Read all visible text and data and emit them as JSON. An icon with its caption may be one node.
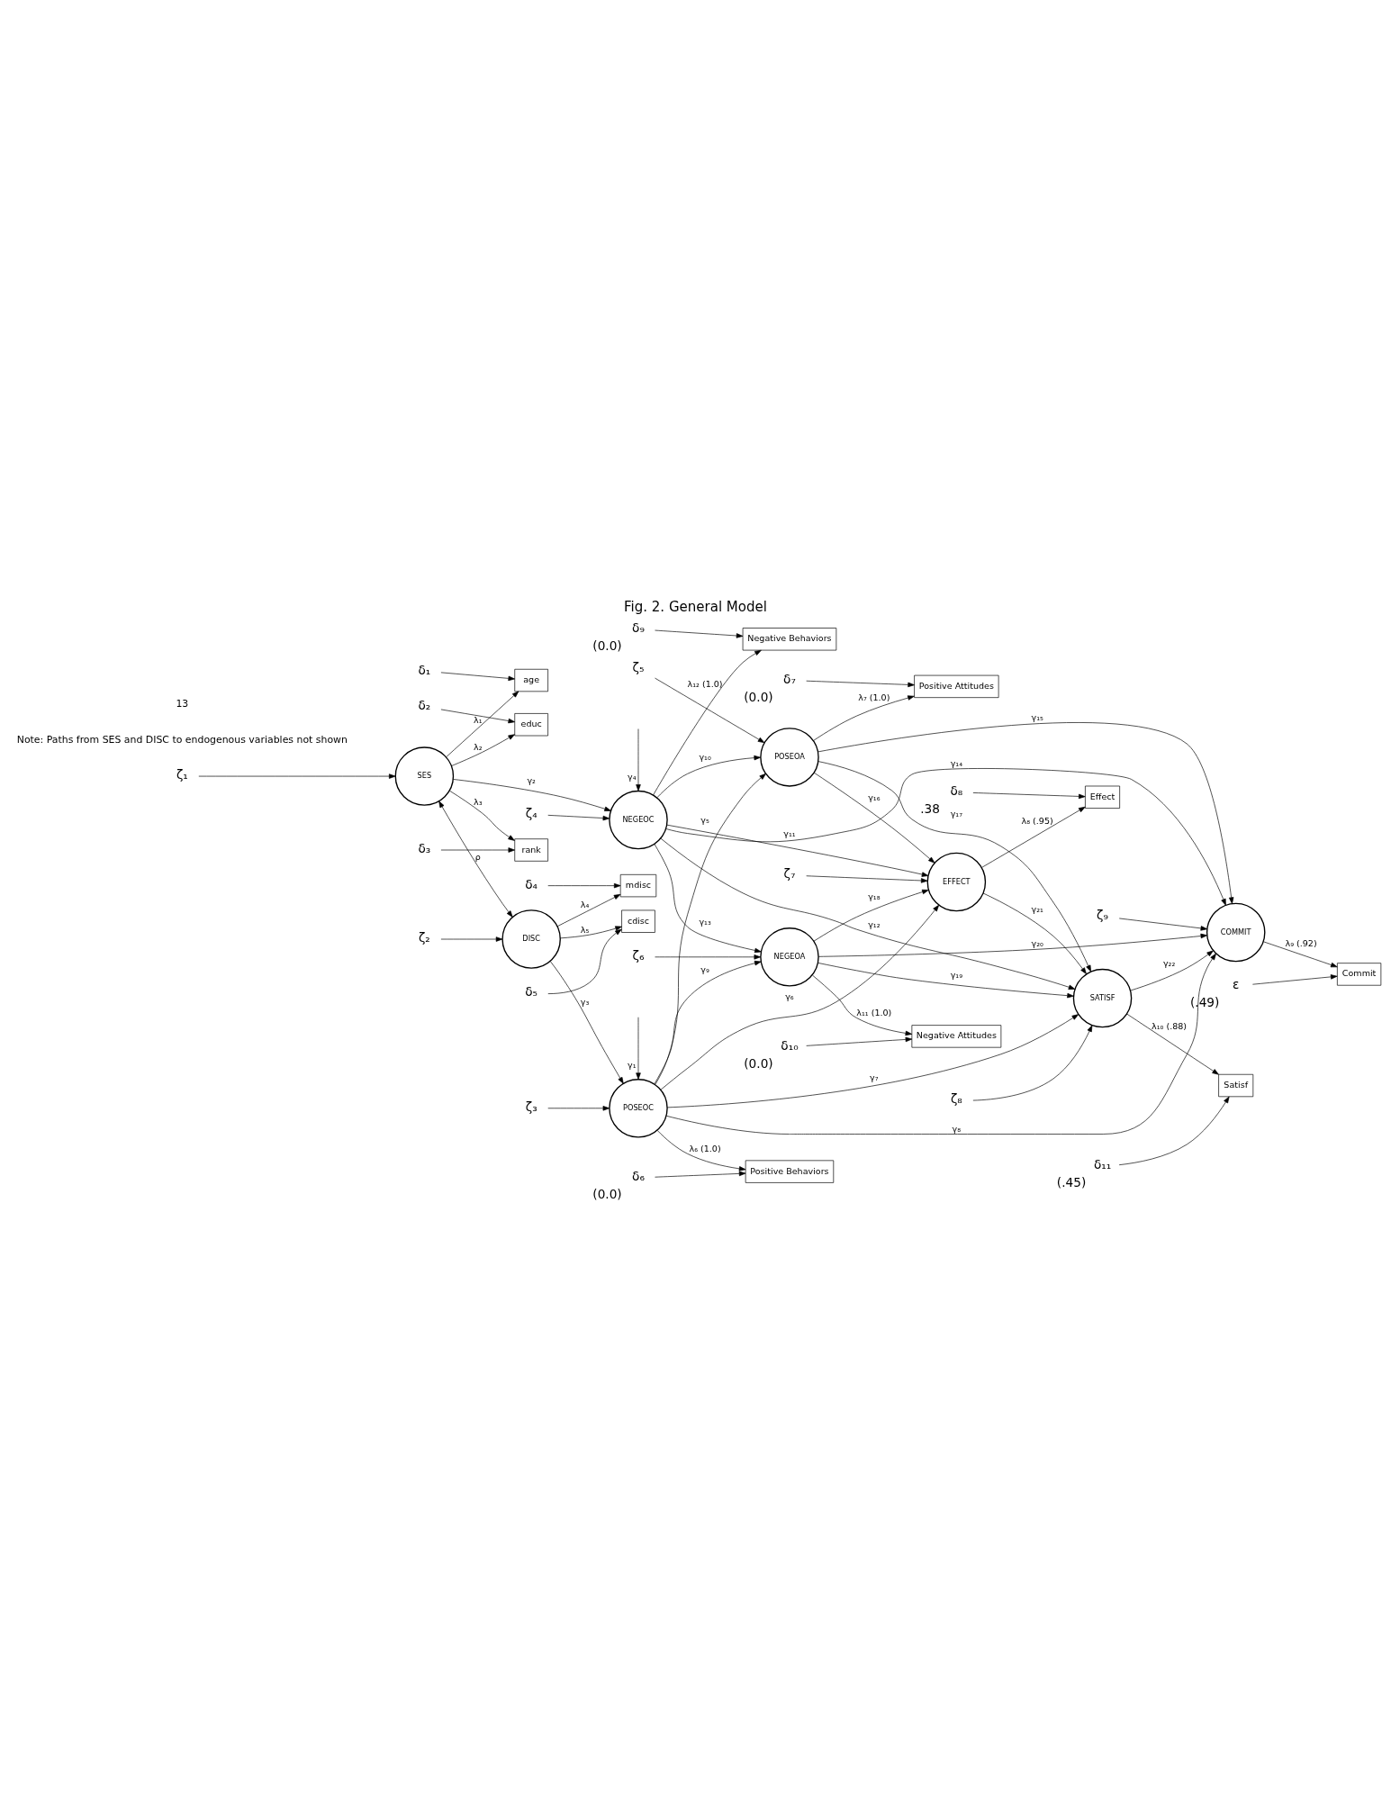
{
  "diagram": {
    "title": "Fig. 2. General Model",
    "nodes": [
      {
        "text": [
          "age"
        ]
      },
      {
        "text": [
          "educ"
        ]
      },
      {
        "text": [
          "rank"
        ]
      },
      {
        "text": [
          "mdisc"
        ]
      },
      {
        "text": [
          "cdisc"
        ]
      },
      {
        "text": [
          "SES"
        ]
      },
      {
        "text": [
          "DISC"
        ]
      },
      {
        "text": [
          "POSEOC"
        ]
      },
      {
        "text": [
          "NEGEOC"
        ]
      },
      {
        "text": [
          "POSEOA"
        ]
      },
      {
        "text": [
          "NEGEOA"
        ]
      },
      {
        "text": [
          "EFFECT"
        ]
      },
      {
        "text": [
          "SATISF"
        ]
      },
      {
        "text": [
          "COMMIT"
        ]
      },
      {
        "text": [
          "Positive Behaviors"
        ]
      },
      {
        "text": [
          "Positive Attitudes"
        ]
      },
      {
        "text": [
          "Effect"
        ]
      },
      {
        "text": [
          "Commit"
        ]
      },
      {
        "text": [
          "Negative Behaviors"
        ]
      },
      {
        "text": [
          "Negative Attitudes"
        ]
      },
      {
        "text": [
          "Satisf"
        ]
      },
      {
        "text": [
          "δ₁"
        ]
      },
      {
        "text": [
          "δ₂"
        ]
      },
      {
        "text": [
          "δ₃"
        ]
      },
      {
        "text": [
          "δ₄"
        ]
      },
      {
        "text": [
          "δ₅"
        ]
      },
      {
        "text": [
          "δ₆"
        ],
        "beside": [
          "(0.0)"
        ]
      },
      {
        "text": [
          "δ₇"
        ],
        "beside": [
          "(0.0)"
        ]
      },
      {
        "text": [
          "δ₈"
        ],
        "beside": [
          ".38"
        ]
      },
      {
        "text": [
          "ε"
        ],
        "beside": [
          "(.49)"
        ]
      },
      {
        "text": [
          "δ₁₁"
        ],
        "beside": [
          "(.45)"
        ]
      },
      {
        "text": [
          "δ₁₀"
        ],
        "beside": [
          "(0.0)"
        ]
      },
      {
        "text": [
          "δ₉"
        ],
        "beside": [
          "(0.0)"
        ]
      },
      {
        "text": [
          "ζ₁"
        ]
      },
      {
        "text": [
          "ζ₂"
        ]
      },
      {
        "text": [
          "ζ₃"
        ]
      },
      {
        "text": [
          "ζ₄"
        ]
      },
      {
        "text": [
          "ζ₅"
        ]
      },
      {
        "text": [
          "ζ₆"
        ]
      },
      {
        "text": [
          "ζ₇"
        ]
      },
      {
        "text": [
          "ζ₈"
        ]
      },
      {
        "text": [
          "ζ₉"
        ]
      }
    ],
    "edges": [
      {
        "from": 21,
        "to": 0,
        "arrow": "to"
      },
      {
        "from": 22,
        "to": 1,
        "arrow": "to"
      },
      {
        "from": 23,
        "to": 2,
        "arrow": "to"
      },
      {
        "from": 24,
        "to": 3,
        "arrow": "to"
      },
      {
        "from": 25,
        "to": 4,
        "arrow": "to"
      },
      {
        "from": 5,
        "to": 0,
        "arrow": "to",
        "label": "λ₁"
      },
      {
        "from": 5,
        "to": 1,
        "arrow": "to",
        "label": "λ₂"
      },
      {
        "from": 5,
        "to": 2,
        "arrow": "to",
        "label": "λ₃"
      },
      {
        "from": 6,
        "to": 3,
        "arrow": "to",
        "label": "λ₄"
      },
      {
        "from": 6,
        "to": 4,
        "arrow": "to",
        "label": "λ₅"
      },
      {
        "from": 33,
        "to": 5,
        "arrow": "to"
      },
      {
        "from": 34,
        "to": 6,
        "arrow": "to"
      },
      {
        "from": 5,
        "to": 6,
        "arrow": "both",
        "label": "ρ"
      },
      {
        "from": 5,
        "to": 8,
        "arrow": "to",
        "label": "γ₂"
      },
      {
        "from": 6,
        "to": 7,
        "arrow": "to",
        "label": "γ₃"
      },
      {
        "from": null,
        "to": 7,
        "arrow": "to",
        "label": "γ₁"
      },
      {
        "from": null,
        "to": 8,
        "arrow": "to",
        "label": "γ₄"
      },
      {
        "from": 35,
        "to": 7,
        "arrow": "to"
      },
      {
        "from": 36,
        "to": 8,
        "arrow": "to"
      },
      {
        "from": 37,
        "to": 9,
        "arrow": "to"
      },
      {
        "from": 38,
        "to": 10,
        "arrow": "to"
      },
      {
        "from": 39,
        "to": 11,
        "arrow": "to"
      },
      {
        "from": 40,
        "to": 12,
        "arrow": "to"
      },
      {
        "from": 41,
        "to": 13,
        "arrow": "to"
      },
      {
        "from": 7,
        "to": 14,
        "arrow": "to",
        "label": "λ₆ (1.0)"
      },
      {
        "from": 9,
        "to": 15,
        "arrow": "to",
        "label": "λ₇ (1.0)"
      },
      {
        "from": 11,
        "to": 16,
        "arrow": "to",
        "label": "λ₈ (.95)"
      },
      {
        "from": 13,
        "to": 17,
        "arrow": "to",
        "label": "λ₉ (.92)"
      },
      {
        "from": 8,
        "to": 18,
        "arrow": "to",
        "label": "λ₁₂ (1.0)"
      },
      {
        "from": 10,
        "to": 19,
        "arrow": "to",
        "label": "λ₁₁ (1.0)"
      },
      {
        "from": 12,
        "to": 20,
        "arrow": "to",
        "label": "λ₁₀ (.88)"
      },
      {
        "from": 26,
        "to": 14,
        "arrow": "to"
      },
      {
        "from": 27,
        "to": 15,
        "arrow": "to"
      },
      {
        "from": 28,
        "to": 16,
        "arrow": "to"
      },
      {
        "from": 29,
        "to": 17,
        "arrow": "to"
      },
      {
        "from": 32,
        "to": 18,
        "arrow": "to"
      },
      {
        "from": 31,
        "to": 19,
        "arrow": "to"
      },
      {
        "from": 30,
        "to": 20,
        "arrow": "to"
      },
      {
        "from": 7,
        "to": 9,
        "arrow": "to",
        "label": "γ₅"
      },
      {
        "from": 7,
        "to": 11,
        "arrow": "to",
        "label": "γ₆"
      },
      {
        "from": 7,
        "to": 12,
        "arrow": "to",
        "label": "γ₇"
      },
      {
        "from": 7,
        "to": 13,
        "arrow": "to",
        "label": "γ₈"
      },
      {
        "from": 7,
        "to": 10,
        "arrow": "to",
        "label": "γ₉"
      },
      {
        "from": 8,
        "to": 9,
        "arrow": "to",
        "label": "γ₁₀"
      },
      {
        "from": 8,
        "to": 11,
        "arrow": "to",
        "label": "γ₁₁"
      },
      {
        "from": 8,
        "to": 12,
        "arrow": "to",
        "label": "γ₁₂"
      },
      {
        "from": 8,
        "to": 10,
        "arrow": "to",
        "label": "γ₁₃"
      },
      {
        "from": 8,
        "to": 13,
        "arrow": "to",
        "label": "γ₁₄"
      },
      {
        "from": 9,
        "to": 13,
        "arrow": "to",
        "label": "γ₁₅"
      },
      {
        "from": 9,
        "to": 11,
        "arrow": "to",
        "label": "γ₁₆"
      },
      {
        "from": 9,
        "to": 12,
        "arrow": "to",
        "label": "γ₁₇"
      },
      {
        "from": 10,
        "to": 11,
        "arrow": "to",
        "label": "γ₁₈"
      },
      {
        "from": 10,
        "to": 12,
        "arrow": "to",
        "label": "γ₁₉"
      },
      {
        "from": 10,
        "to": 13,
        "arrow": "to",
        "label": "γ₂₀"
      },
      {
        "from": 11,
        "to": 12,
        "arrow": "to",
        "label": "γ₂₁"
      },
      {
        "from": 12,
        "to": 13,
        "arrow": "to",
        "label": "γ₂₂"
      }
    ],
    "labels": [
      "Note: Paths from SES and DISC to endogenous variables not shown",
      "13"
    ]
  }
}
